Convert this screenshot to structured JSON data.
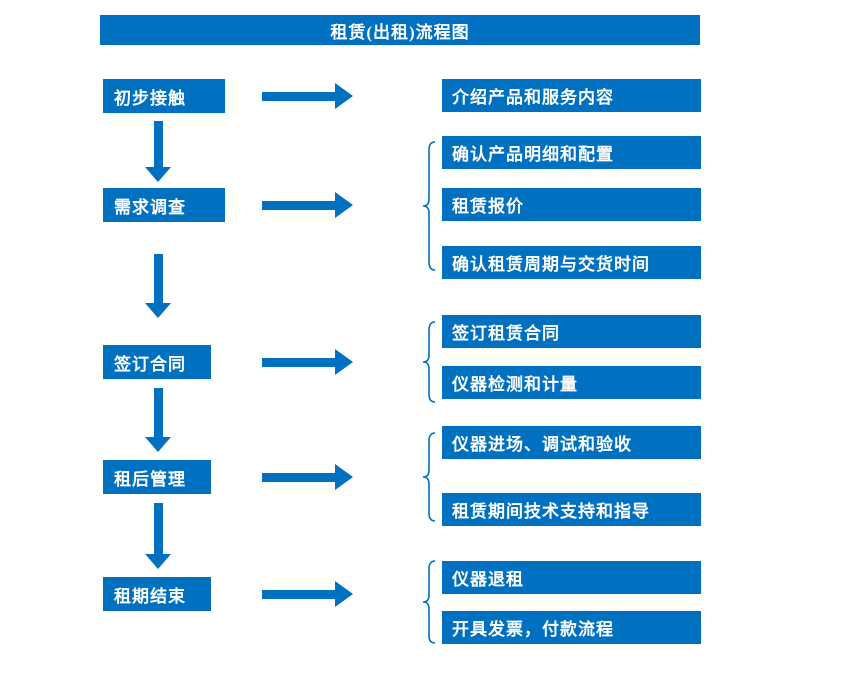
{
  "title": "租赁(出租)流程图",
  "colors": {
    "primary": "#0070C0",
    "text_on_primary": "#ffffff",
    "background": "#ffffff"
  },
  "icons": {
    "arrow_down": "thick-down-arrow",
    "arrow_right": "thick-right-arrow",
    "brace": "left-curly-brace"
  },
  "stages": [
    {
      "label": "初步接触",
      "details": [
        "介绍产品和服务内容"
      ]
    },
    {
      "label": "需求调查",
      "details": [
        "确认产品明细和配置",
        "租赁报价",
        "确认租赁周期与交货时间"
      ]
    },
    {
      "label": "签订合同",
      "details": [
        "签订租赁合同",
        "仪器检测和计量"
      ]
    },
    {
      "label": "租后管理",
      "details": [
        "仪器进场、调试和验收",
        "租赁期间技术支持和指导"
      ]
    },
    {
      "label": "租期结束",
      "details": [
        "仪器退租",
        "开具发票，付款流程"
      ]
    }
  ]
}
